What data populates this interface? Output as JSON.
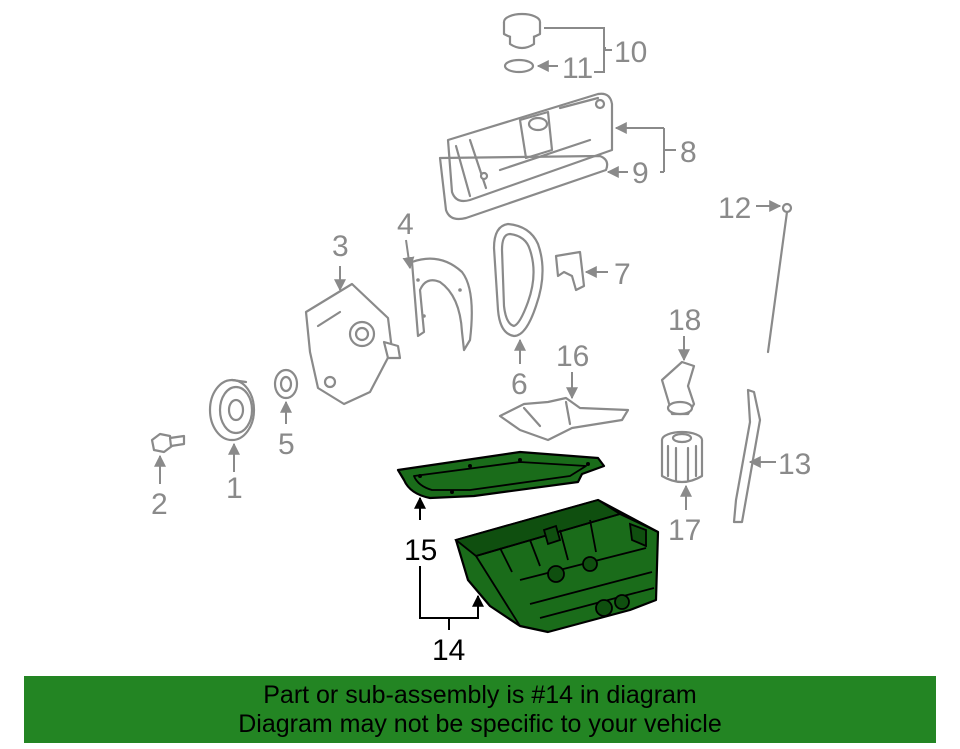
{
  "diagram": {
    "highlighted_part": "14",
    "highlight_color": "#1a6c1a",
    "callouts": {
      "c1": "1",
      "c2": "2",
      "c3": "3",
      "c4": "4",
      "c5": "5",
      "c6": "6",
      "c7": "7",
      "c8": "8",
      "c9": "9",
      "c10": "10",
      "c11": "11",
      "c12": "12",
      "c13": "13",
      "c14": "14",
      "c15": "15",
      "c16": "16",
      "c17": "17",
      "c18": "18"
    }
  },
  "banner": {
    "background": "#238523",
    "line1": "Part or sub-assembly is #14 in diagram",
    "line2": "Diagram may not be specific to your vehicle"
  }
}
